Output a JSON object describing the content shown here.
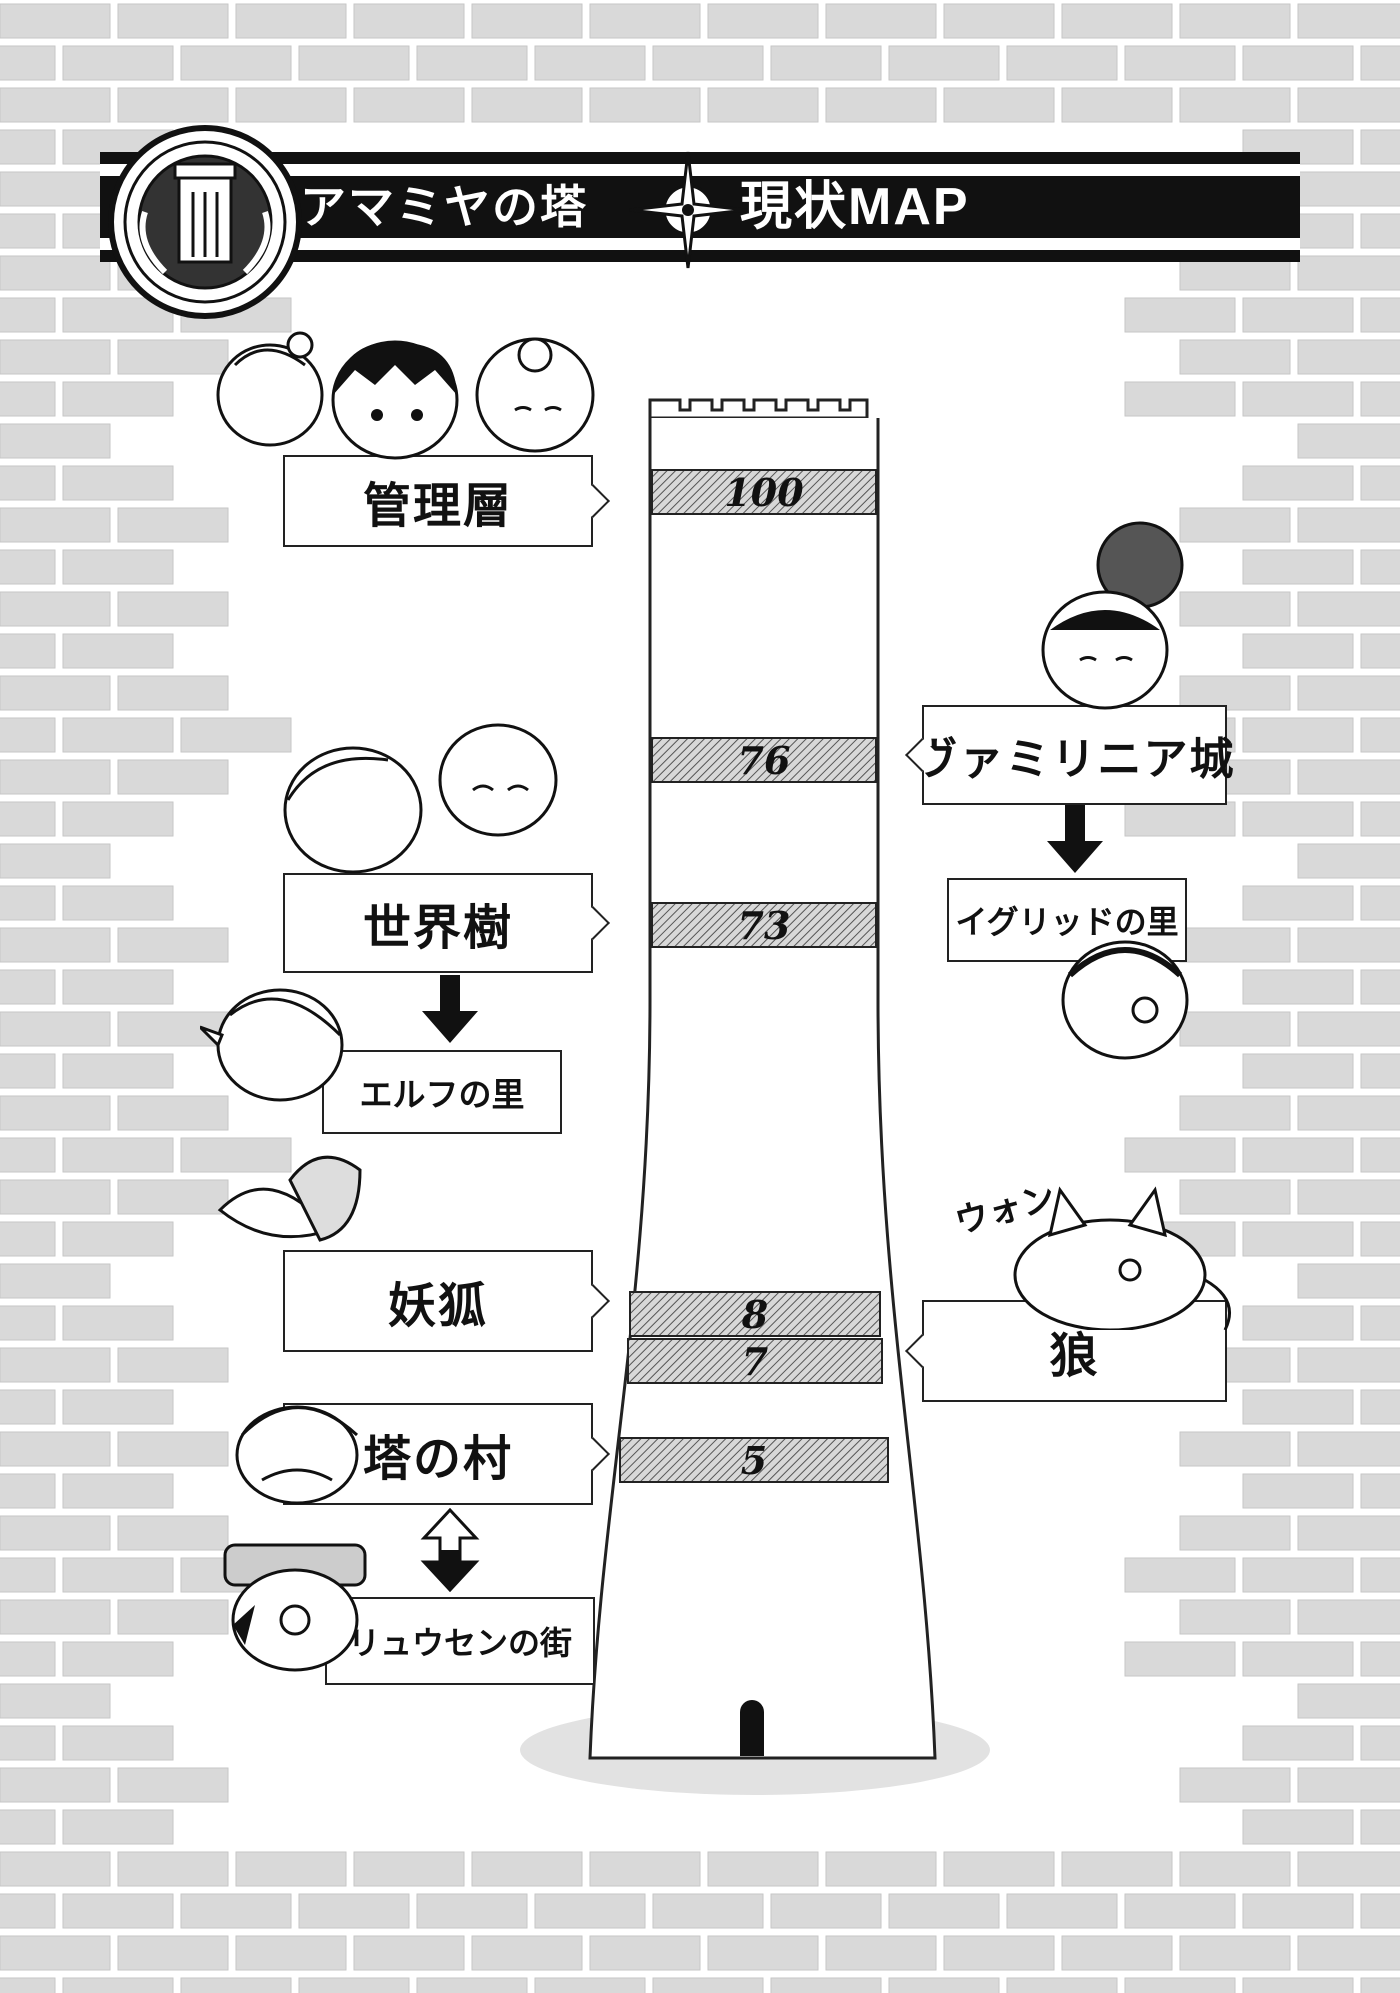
{
  "header": {
    "title": "アマミヤの塔",
    "subtitle": "現状MAP"
  },
  "tower": {
    "floors": [
      {
        "label": "100"
      },
      {
        "label": "76"
      },
      {
        "label": "73"
      },
      {
        "label": "8"
      },
      {
        "label": "7"
      },
      {
        "label": "5"
      }
    ]
  },
  "locations": {
    "kanri": "管理層",
    "sekaiju": "世界樹",
    "elf": "エルフの里",
    "youko": "妖狐",
    "tounomura": "塔の村",
    "ryusen": "リュウセンの街",
    "vamirinia": "ヴァミリニア城",
    "igrid": "イグリッドの里",
    "ookami": "狼"
  },
  "sfx": {
    "wolf_howl": "ウォン"
  }
}
